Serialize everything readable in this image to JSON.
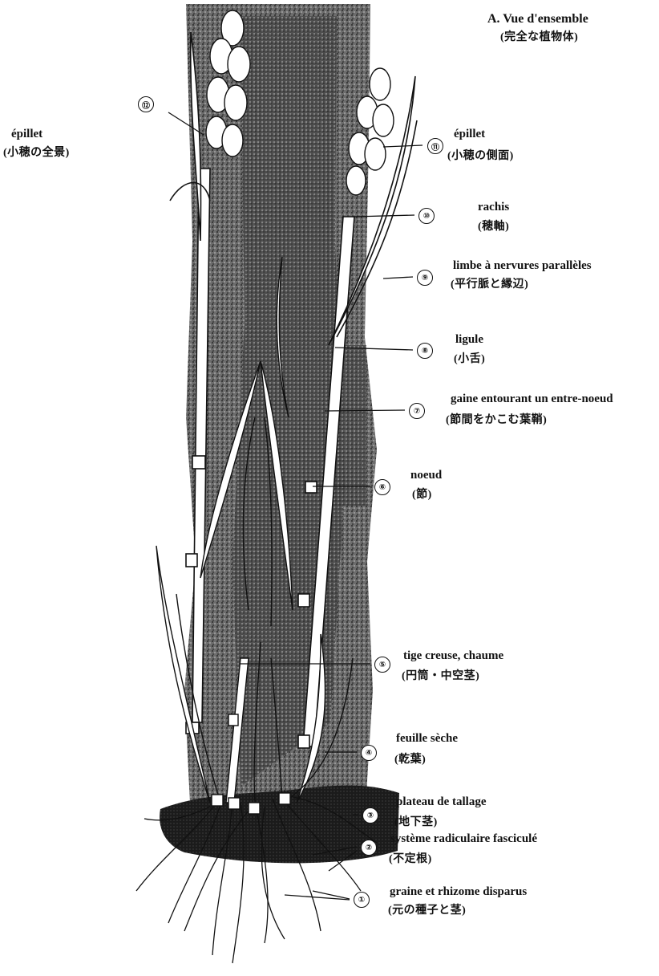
{
  "title": {
    "fr": "A.  Vue d'ensemble",
    "jp": "(完全な植物体)"
  },
  "labels": [
    {
      "num": "⑪",
      "fr": "épillet",
      "jp": "(小穂の側面)"
    },
    {
      "num": "⑩",
      "fr": "rachis",
      "jp": "(穂軸)"
    },
    {
      "num": "⑨",
      "fr": "limbe à nervures parallèles",
      "jp": "(平行脈と縁辺)"
    },
    {
      "num": "⑧",
      "fr": "ligule",
      "jp": "(小舌)"
    },
    {
      "num": "⑦",
      "fr": "gaine entourant un entre-noeud",
      "jp": "(節間をかこむ葉鞘)"
    },
    {
      "num": "⑥",
      "fr": "noeud",
      "jp": "(節)"
    },
    {
      "num": "⑤",
      "fr": "tige creuse, chaume",
      "jp": "(円筒・中空茎)"
    },
    {
      "num": "④",
      "fr": "feuille sèche",
      "jp": "(乾葉)"
    },
    {
      "num": "③",
      "fr": "plateau de tallage",
      "jp": "(地下茎)"
    },
    {
      "num": "②",
      "fr": "système radiculaire fasciculé",
      "jp": "(不定根)"
    },
    {
      "num": "①",
      "fr": "graine et rhizome disparus",
      "jp": "(元の種子と茎)"
    }
  ],
  "left_label": {
    "num": "⑫",
    "fr": "épillet",
    "jp": "(小穂の全景)"
  }
}
